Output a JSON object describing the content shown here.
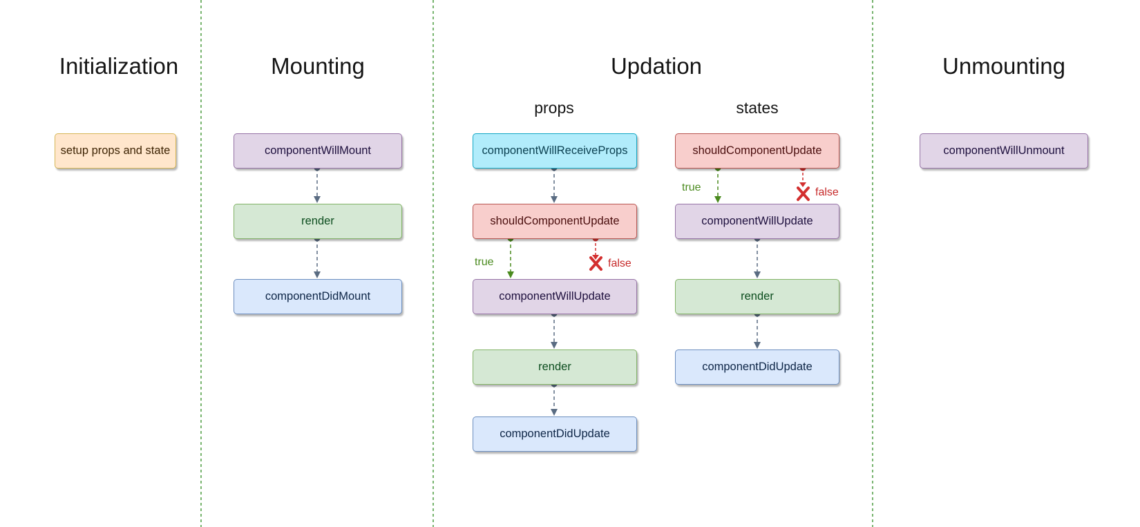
{
  "phases": {
    "initialization": "Initialization",
    "mounting": "Mounting",
    "updation": "Updation",
    "unmounting": "Unmounting"
  },
  "subphases": {
    "props": "props",
    "states": "states"
  },
  "nodes": {
    "init_setup": "setup props and state",
    "mount_will_mount": "componentWillMount",
    "mount_render": "render",
    "mount_did_mount": "componentDidMount",
    "props_will_receive_props": "componentWillReceiveProps",
    "props_should_update": "shouldComponentUpdate",
    "props_will_update": "componentWillUpdate",
    "props_render": "render",
    "props_did_update": "componentDidUpdate",
    "states_should_update": "shouldComponentUpdate",
    "states_will_update": "componentWillUpdate",
    "states_render": "render",
    "states_did_update": "componentDidUpdate",
    "unmount_will_unmount": "componentWillUnmount"
  },
  "edge_labels": {
    "props_true": "true",
    "props_false": "false",
    "states_true": "true",
    "states_false": "false"
  },
  "colors": {
    "divider": "#4a9b3f",
    "connector": "#5a6c82",
    "true_branch": "#4a8a1e",
    "false_branch": "#d32f2f"
  }
}
